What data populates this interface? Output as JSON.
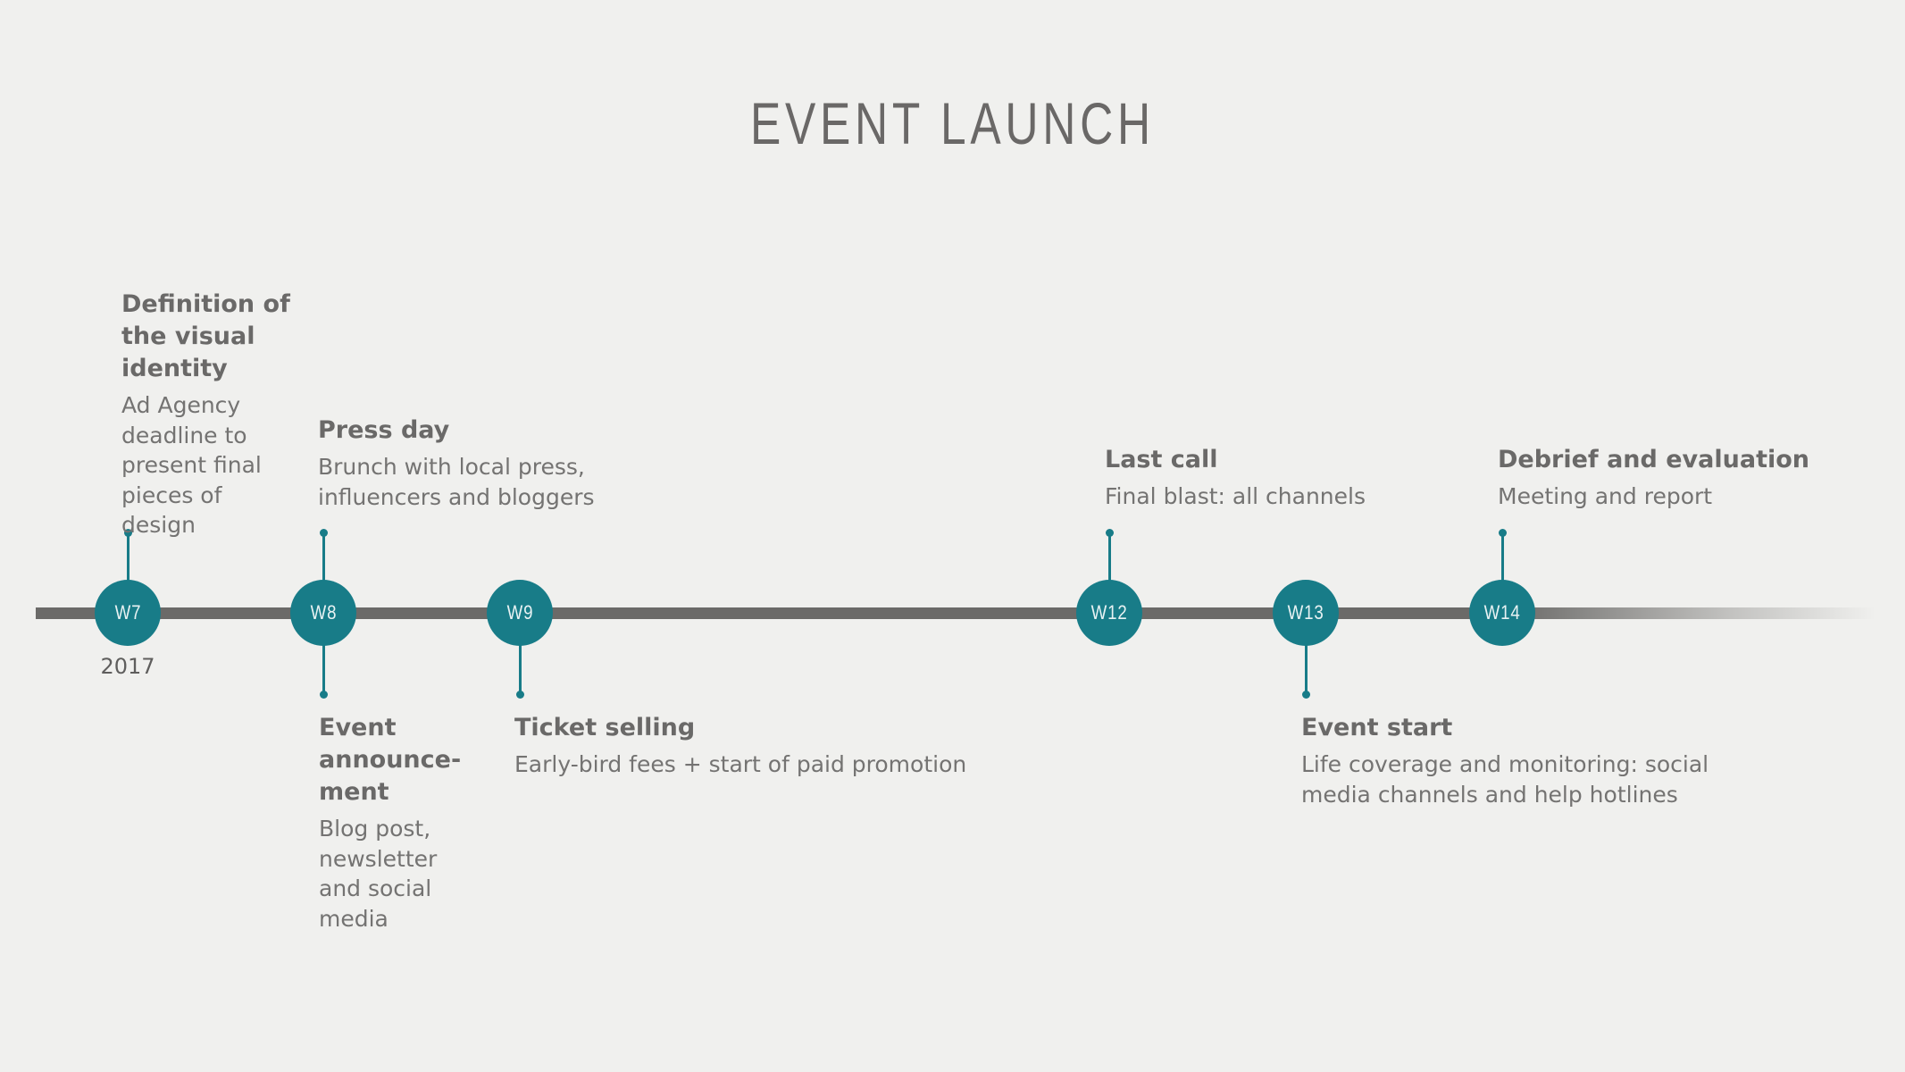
{
  "title": "EVENT LAUNCH",
  "colors": {
    "accent": "#187c88",
    "track": "#6b6a68",
    "background": "#f0f0ee",
    "text": "#6b6a69"
  },
  "timeline": {
    "start_year": "2017",
    "nodes": [
      {
        "label": "W7"
      },
      {
        "label": "W8"
      },
      {
        "label": "W9"
      },
      {
        "label": "W12"
      },
      {
        "label": "W13"
      },
      {
        "label": "W14"
      }
    ]
  },
  "events": {
    "visual_identity": {
      "week": "W7",
      "position": "above",
      "title": "Definition of the visual identity",
      "description": "Ad Agency deadline to present final pieces of design"
    },
    "press_day": {
      "week": "W8",
      "position": "above",
      "title": "Press day",
      "description": "Brunch with local press, influencers and bloggers"
    },
    "announcement": {
      "week": "W8",
      "position": "below",
      "title": "Event announce-ment",
      "description": "Blog post, newsletter and social media"
    },
    "ticket_selling": {
      "week": "W9",
      "position": "below",
      "title": "Ticket selling",
      "description": "Early-bird fees + start of paid promotion"
    },
    "last_call": {
      "week": "W12",
      "position": "above",
      "title": "Last call",
      "description": "Final blast: all channels"
    },
    "event_start": {
      "week": "W13",
      "position": "below",
      "title": "Event start",
      "description": "Life coverage and monitoring: social media channels and help hotlines"
    },
    "debrief": {
      "week": "W14",
      "position": "above",
      "title": "Debrief and evaluation",
      "description": "Meeting and report"
    }
  }
}
